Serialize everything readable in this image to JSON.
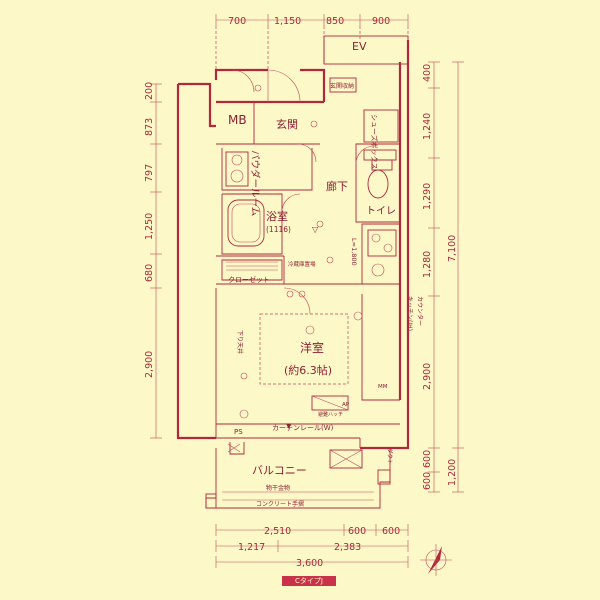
{
  "colors": {
    "ink": "#b0283c",
    "background": "#fdf8c8",
    "badge": "#c8324a"
  },
  "dims_top": [
    "700",
    "1,150",
    "850",
    "900"
  ],
  "dims_left": [
    "200",
    "873",
    "797",
    "1,250",
    "680",
    "2,900"
  ],
  "dims_right_inner": [
    "400",
    "1,240",
    "1,290",
    "1,280",
    "2,900",
    "600",
    "600"
  ],
  "dims_right_outer": [
    "7,100",
    "1,200"
  ],
  "dims_bottom_row1": [
    "2,510",
    "600",
    "600"
  ],
  "dims_bottom_row2": [
    "1,217",
    "2,383"
  ],
  "dims_bottom_total": "3,600",
  "rooms": {
    "ev": "EV",
    "mb": "MB",
    "genkan": "玄関",
    "genkan_storage": "玄関収納",
    "shoe_box": "シューズボックス",
    "washroom": "パウダールーム",
    "hallway": "廊下",
    "toilet": "トイレ",
    "bath": "浴室",
    "bath_size": "(1116)",
    "closet": "クローゼット",
    "fridge": "冷蔵庫置場",
    "western_room": "洋室",
    "western_room_size": "(約6.3帖)",
    "balcony": "バルコニー",
    "ps": "PS",
    "curtain_rail": "カーテンレール(W)",
    "ceiling_note": "下り天井",
    "laundry_pole": "物干金物",
    "concrete_rail": "コンクリート手摺",
    "kitchen_len": "L=1,800",
    "kitchen_note": "キッチン(IH)",
    "counter": "カウンター",
    "duct": "ダクト",
    "ap": "AP",
    "mm": "MM",
    "emergency": "避難ハッチ",
    "room_code": "CタイプJ"
  }
}
